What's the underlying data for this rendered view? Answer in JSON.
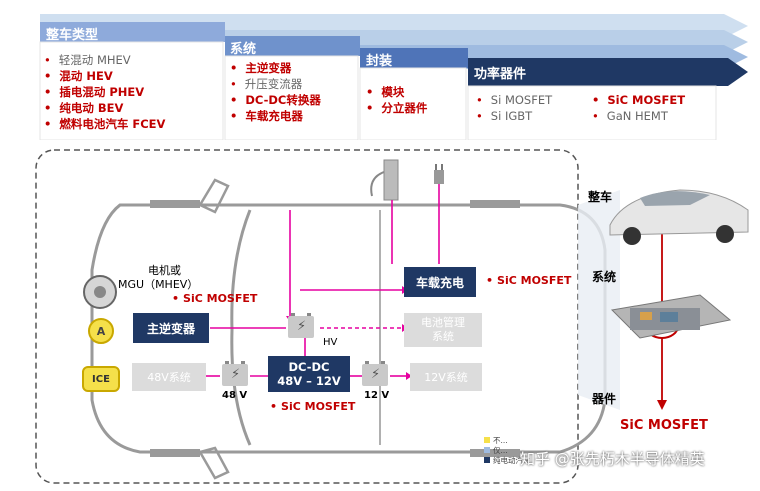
{
  "colors": {
    "navy": "#1f3864",
    "red": "#c00000",
    "pink": "#e600a0",
    "arrow_blue": "#7ea6d6"
  },
  "columns": [
    {
      "title": "整车类型",
      "items": [
        {
          "text": "轻混动 MHEV",
          "highlight": false
        },
        {
          "text": "混动 HEV",
          "highlight": true
        },
        {
          "text": "插电混动 PHEV",
          "highlight": true
        },
        {
          "text": "纯电动 BEV",
          "highlight": true
        },
        {
          "text": "燃料电池汽车 FCEV",
          "highlight": true
        }
      ]
    },
    {
      "title": "系统",
      "items": [
        {
          "text": "主逆变器",
          "highlight": true
        },
        {
          "text": "升压变流器",
          "highlight": false
        },
        {
          "text": "DC-DC转换器",
          "highlight": true
        },
        {
          "text": "车载充电器",
          "highlight": true
        }
      ]
    },
    {
      "title": "封装",
      "items": [
        {
          "text": "模块",
          "highlight": true
        },
        {
          "text": "分立器件",
          "highlight": true
        }
      ]
    },
    {
      "title": "功率器件",
      "items": [
        {
          "text": "Si MOSFET",
          "highlight": false
        },
        {
          "text": "Si IGBT",
          "highlight": false
        },
        {
          "text": "SiC MOSFET",
          "highlight": true
        },
        {
          "text": "GaN HEMT",
          "highlight": false
        }
      ]
    }
  ],
  "diagram": {
    "motor_label_1": "电机或",
    "motor_label_2": "MGU（MHEV）",
    "sic_motor": "SiC MOSFET",
    "main_inverter": "主逆变器",
    "onboard_charger": "车载充电",
    "sic_charger": "SiC MOSFET",
    "bms_1": "电池管理",
    "bms_2": "系统",
    "hv_label": "HV",
    "dcdc_1": "DC-DC",
    "dcdc_2": "48V – 12V",
    "sys48": "48V系统",
    "sys12": "12V系统",
    "batt48": "48 V",
    "batt12": "12 V",
    "sic_dcdc": "SiC MOSFET",
    "ice": "ICE",
    "alt": "A"
  },
  "right_panel": {
    "vehicle": "整车",
    "system": "系统",
    "device": "器件",
    "sic": "SiC MOSFET"
  },
  "legend": [
    {
      "text": "不..."
    },
    {
      "text": "仅..."
    },
    {
      "text": "纯电动汽车"
    }
  ],
  "watermark": "知乎 @张先朽木半导体精英"
}
